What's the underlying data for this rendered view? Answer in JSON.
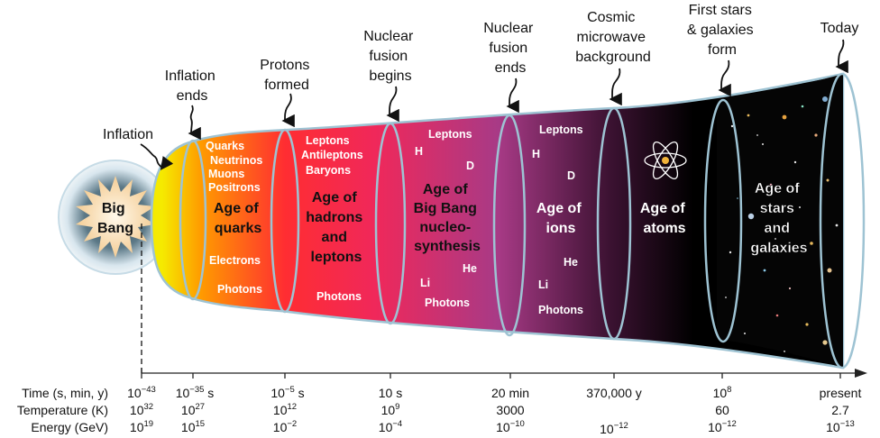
{
  "diagram": {
    "title": "",
    "big_bang": {
      "line1": "Big",
      "line2": "Bang"
    },
    "events": [
      {
        "id": "inflation",
        "lines": [
          "Inflation"
        ]
      },
      {
        "id": "inflation-ends",
        "lines": [
          "Inflation",
          "ends"
        ]
      },
      {
        "id": "protons-formed",
        "lines": [
          "Protons",
          "formed"
        ]
      },
      {
        "id": "nuclear-fusion-begins",
        "lines": [
          "Nuclear",
          "fusion",
          "begins"
        ]
      },
      {
        "id": "nuclear-fusion-ends",
        "lines": [
          "Nuclear",
          "fusion",
          "ends"
        ]
      },
      {
        "id": "cmb",
        "lines": [
          "Cosmic",
          "microwave",
          "background"
        ]
      },
      {
        "id": "first-stars",
        "lines": [
          "First stars",
          "& galaxies",
          "form"
        ]
      },
      {
        "id": "today",
        "lines": [
          "Today"
        ]
      }
    ],
    "eras": [
      {
        "id": "quarks",
        "title": [
          "Age of",
          "quarks"
        ],
        "particles": [
          "Quarks",
          "Neutrinos",
          "Muons",
          "Positrons",
          "Electrons",
          "Photons"
        ]
      },
      {
        "id": "hadrons-leptons",
        "title": [
          "Age of",
          "hadrons",
          "and",
          "leptons"
        ],
        "particles": [
          "Leptons",
          "Antileptons",
          "Baryons",
          "Photons"
        ]
      },
      {
        "id": "nucleosynthesis",
        "title": [
          "Age of",
          "Big Bang",
          "nucleo-",
          "synthesis"
        ],
        "particles": [
          "Leptons",
          "H",
          "D",
          "He",
          "Li",
          "Photons"
        ]
      },
      {
        "id": "ions",
        "title": [
          "Age of",
          "ions"
        ],
        "particles": [
          "Leptons",
          "H",
          "D",
          "He",
          "Li",
          "Photons"
        ]
      },
      {
        "id": "atoms",
        "title": [
          "Age of",
          "atoms"
        ],
        "icon": "atom-icon"
      },
      {
        "id": "stars-galaxies",
        "title": [
          "Age of",
          "stars",
          "and",
          "galaxies"
        ]
      }
    ],
    "axis": {
      "row_labels": [
        "Time (s, min, y)",
        "Temperature (K)",
        "Energy (GeV)"
      ],
      "ticks": [
        {
          "time": {
            "base": "10",
            "exp": "−43",
            "unit": ""
          },
          "temp": {
            "base": "10",
            "exp": "32"
          },
          "energy": {
            "base": "10",
            "exp": "19"
          }
        },
        {
          "time": {
            "base": "10",
            "exp": "−35",
            "unit": " s"
          },
          "temp": {
            "base": "10",
            "exp": "27"
          },
          "energy": {
            "base": "10",
            "exp": "15"
          }
        },
        {
          "time": {
            "base": "10",
            "exp": "−5",
            "unit": " s"
          },
          "temp": {
            "base": "10",
            "exp": "12"
          },
          "energy": {
            "base": "10",
            "exp": "−2"
          }
        },
        {
          "time": {
            "base": "10 s",
            "exp": "",
            "unit": ""
          },
          "temp": {
            "base": "10",
            "exp": "9"
          },
          "energy": {
            "base": "10",
            "exp": "−4"
          }
        },
        {
          "time": {
            "base": "20 min",
            "exp": "",
            "unit": ""
          },
          "temp": {
            "base": "3000",
            "exp": ""
          },
          "energy": {
            "base": "10",
            "exp": "−10"
          }
        },
        {
          "time": {
            "base": "370,000 y",
            "exp": "",
            "unit": ""
          },
          "temp": {
            "base": "",
            "exp": ""
          },
          "energy": {
            "base": "10",
            "exp": "−12"
          }
        },
        {
          "time": {
            "base": "10",
            "exp": "8",
            "unit": ""
          },
          "temp": {
            "base": "60",
            "exp": ""
          },
          "energy": {
            "base": "10",
            "exp": "−12"
          }
        },
        {
          "time": {
            "base": "present",
            "exp": "",
            "unit": ""
          },
          "temp": {
            "base": "2.7",
            "exp": ""
          },
          "energy": {
            "base": "10",
            "exp": "−13"
          }
        }
      ]
    },
    "colors": {
      "yellow": "#f5e400",
      "orange": "#ff8a00",
      "red": "#ff2a3a",
      "magenta": "#b03a85",
      "dark_purple": "#3e1232",
      "black": "#000000",
      "outline": "#9ec3d3"
    }
  }
}
